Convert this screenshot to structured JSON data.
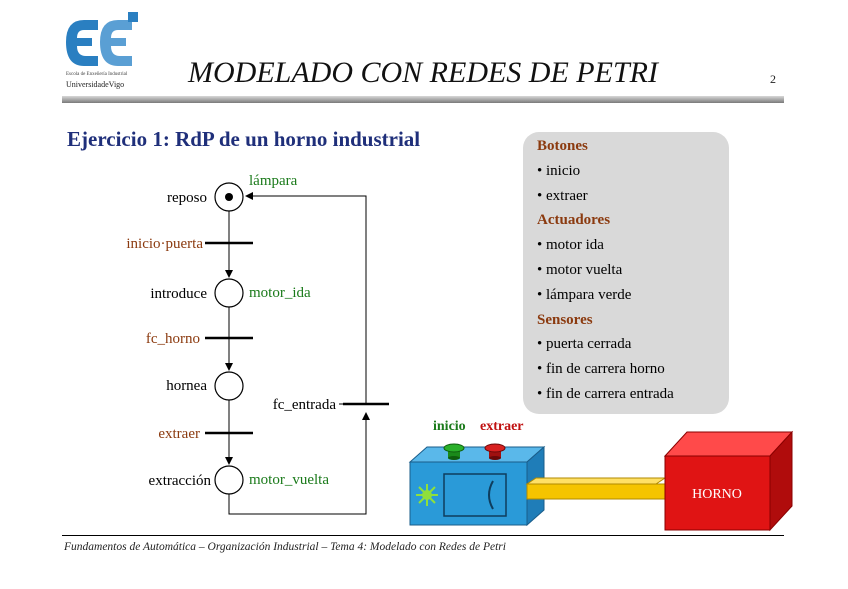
{
  "header": {
    "logo_text": "eei",
    "logo_sub1": "Escola de Enxeñería Industrial",
    "logo_sub2": "UniversidadeVigo",
    "title": "MODELADO CON REDES DE PETRI",
    "page_number": "2"
  },
  "heading": "Ejercicio 1: RdP de un horno industrial",
  "petri_net": {
    "places": {
      "reposo": "reposo",
      "introduce": "introduce",
      "hornea": "hornea",
      "extraccion": "extracción"
    },
    "outputs": {
      "lampara": "lámpara",
      "motor_ida": "motor_ida",
      "motor_vuelta": "motor_vuelta"
    },
    "transitions": {
      "inicio_puerta": "inicio·puerta",
      "fc_horno": "fc_horno",
      "extraer": "extraer",
      "fc_entrada": "fc_entrada"
    }
  },
  "info_box": {
    "sections": [
      {
        "title": "Botones",
        "items": [
          "inicio",
          "extraer"
        ]
      },
      {
        "title": "Actuadores",
        "items": [
          "motor ida",
          "motor vuelta",
          "lámpara verde"
        ]
      },
      {
        "title": "Sensores",
        "items": [
          "puerta cerrada",
          "fin de carrera horno",
          "fin de carrera entrada"
        ]
      }
    ]
  },
  "machine": {
    "button_inicio": "inicio",
    "button_extraer": "extraer",
    "oven_label": "HORNO"
  },
  "colors": {
    "heading": "#1f2f7a",
    "transition_label": "#8b3a0f",
    "output_label": "#1a7a1a",
    "machine_box": "#2a9ad8",
    "oven": "#e01414"
  },
  "footer": "Fundamentos de Automática – Organización Industrial – Tema 4: Modelado con Redes de Petri"
}
